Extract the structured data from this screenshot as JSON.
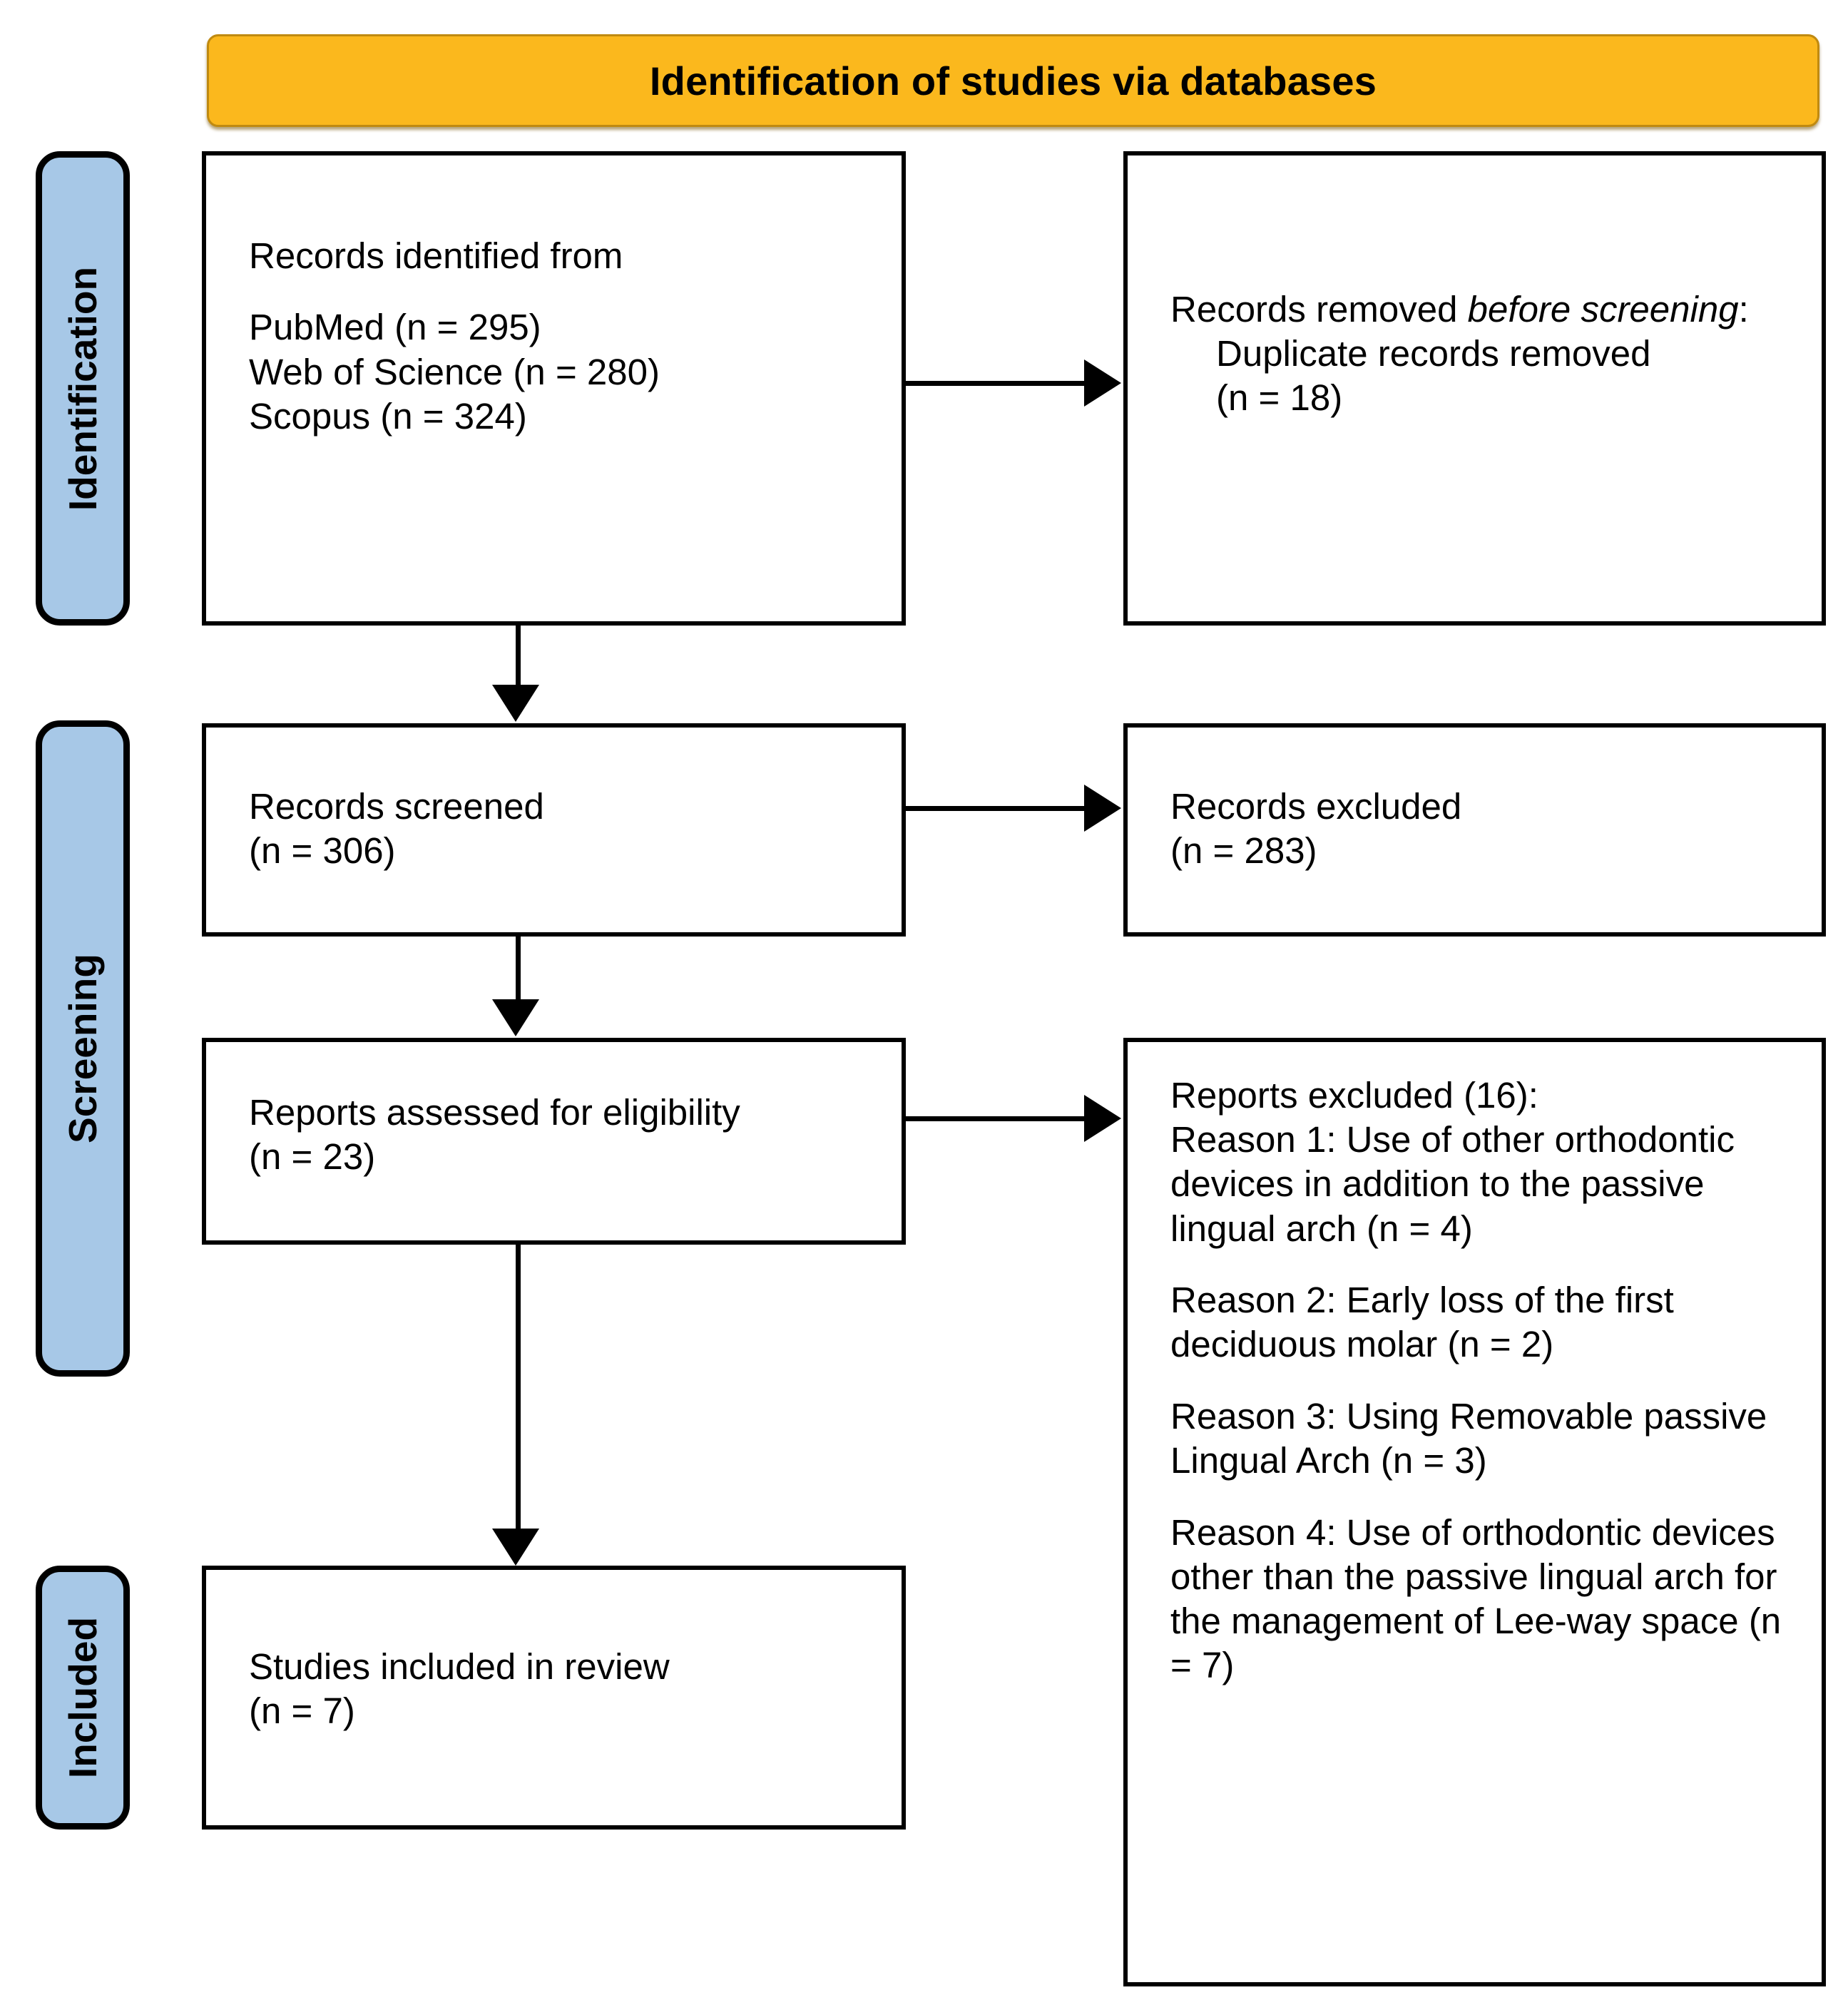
{
  "banner": {
    "title": "Identification of studies via databases",
    "fill": "#FBB81D",
    "border": "#C08A10"
  },
  "stages": {
    "fill": "#A7C8E7",
    "identification": "Identification",
    "screening": "Screening",
    "included": "Included"
  },
  "boxes": {
    "identified": {
      "heading": "Records identified from",
      "sources": [
        "PubMed (n = 295)",
        "Web of Science (n = 280)",
        "Scopus (n = 324)"
      ]
    },
    "removed": {
      "lead": "Records removed ",
      "lead_italic": "before screening",
      "lead_tail": ":",
      "detail": "Duplicate records removed",
      "count": "(n = 18)"
    },
    "screened": {
      "label": "Records screened",
      "count": "(n = 306)"
    },
    "excluded": {
      "label": "Records excluded",
      "count": "(n = 283)"
    },
    "eligibility": {
      "label": "Reports assessed for eligibility",
      "count": "(n = 23)"
    },
    "reports_excluded": {
      "heading": "Reports excluded (16):",
      "reasons": [
        "Reason 1: Use of other orthodontic devices in addition to the passive lingual arch (n = 4)",
        "Reason 2: Early loss of the first deciduous molar (n = 2)",
        "Reason 3: Using Removable passive Lingual Arch (n = 3)",
        "Reason 4: Use of orthodontic devices other than the passive lingual arch for the management of Lee-way space (n = 7)"
      ]
    },
    "included": {
      "label": "Studies included in review",
      "count": "(n = 7)"
    }
  }
}
